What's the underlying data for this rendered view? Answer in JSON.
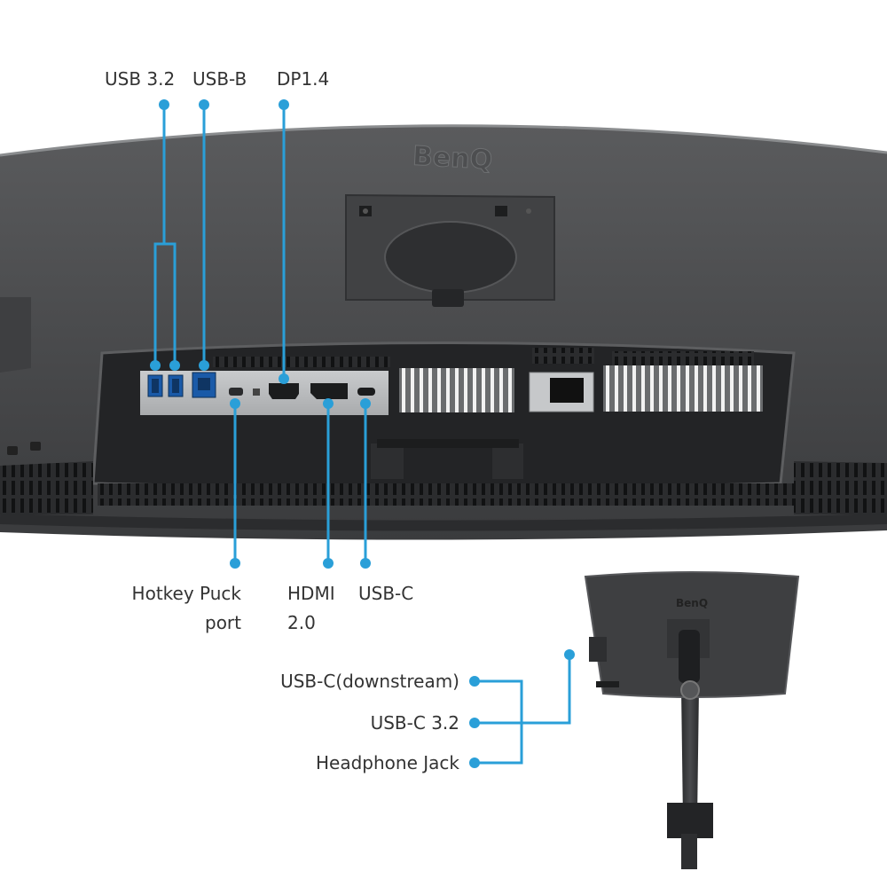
{
  "brand_logo": "BenQ",
  "accent_color": "#2a9fd8",
  "labels": {
    "usb32": "USB 3.2",
    "usbb": "USB-B",
    "dp14": "DP1.4",
    "hotkey_line1": "Hotkey Puck",
    "hotkey_line2": "port",
    "hdmi_line1": "HDMI",
    "hdmi_line2": "2.0",
    "usbc": "USB-C",
    "usbc_downstream": "USB-C(downstream)",
    "usbc32": "USB-C 3.2",
    "headphone": "Headphone Jack"
  }
}
